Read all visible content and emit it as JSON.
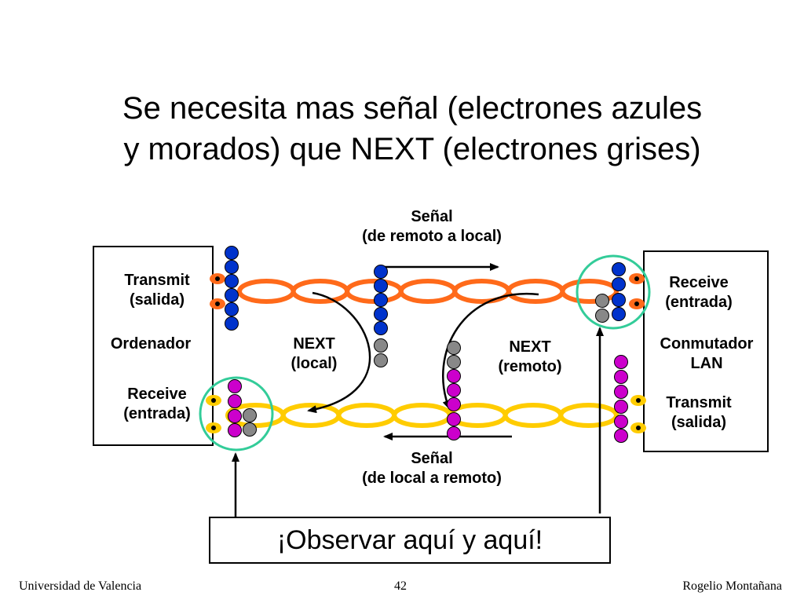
{
  "title": {
    "line1": "Se necesita mas señal (electrones azules",
    "line2": "y morados) que NEXT (electrones grises)"
  },
  "left_device": {
    "transmit": "Transmit",
    "transmit_sub": "(salida)",
    "name": "Ordenador",
    "receive": "Receive",
    "receive_sub": "(entrada)"
  },
  "right_device": {
    "receive": "Receive",
    "receive_sub": "(entrada)",
    "name_line1": "Conmutador",
    "name_line2": "LAN",
    "transmit": "Transmit",
    "transmit_sub": "(salida)"
  },
  "signal_top": {
    "line1": "Señal",
    "line2": "(de remoto a local)"
  },
  "signal_bottom": {
    "line1": "Señal",
    "line2": "(de local a remoto)"
  },
  "next_local": {
    "line1": "NEXT",
    "line2": "(local)"
  },
  "next_remote": {
    "line1": "NEXT",
    "line2": "(remoto)"
  },
  "callout": "¡Observar aquí y aquí!",
  "footer": {
    "left": "Universidad de Valencia",
    "center": "42",
    "right": "Rogelio Montañana"
  },
  "colors": {
    "top_wire": "#ff6a1a",
    "bottom_wire": "#ffcc00",
    "signal_electron_top": "#0033cc",
    "signal_electron_bottom": "#cc00cc",
    "next_electron": "#888888",
    "highlight_circle": "#33cc99"
  }
}
